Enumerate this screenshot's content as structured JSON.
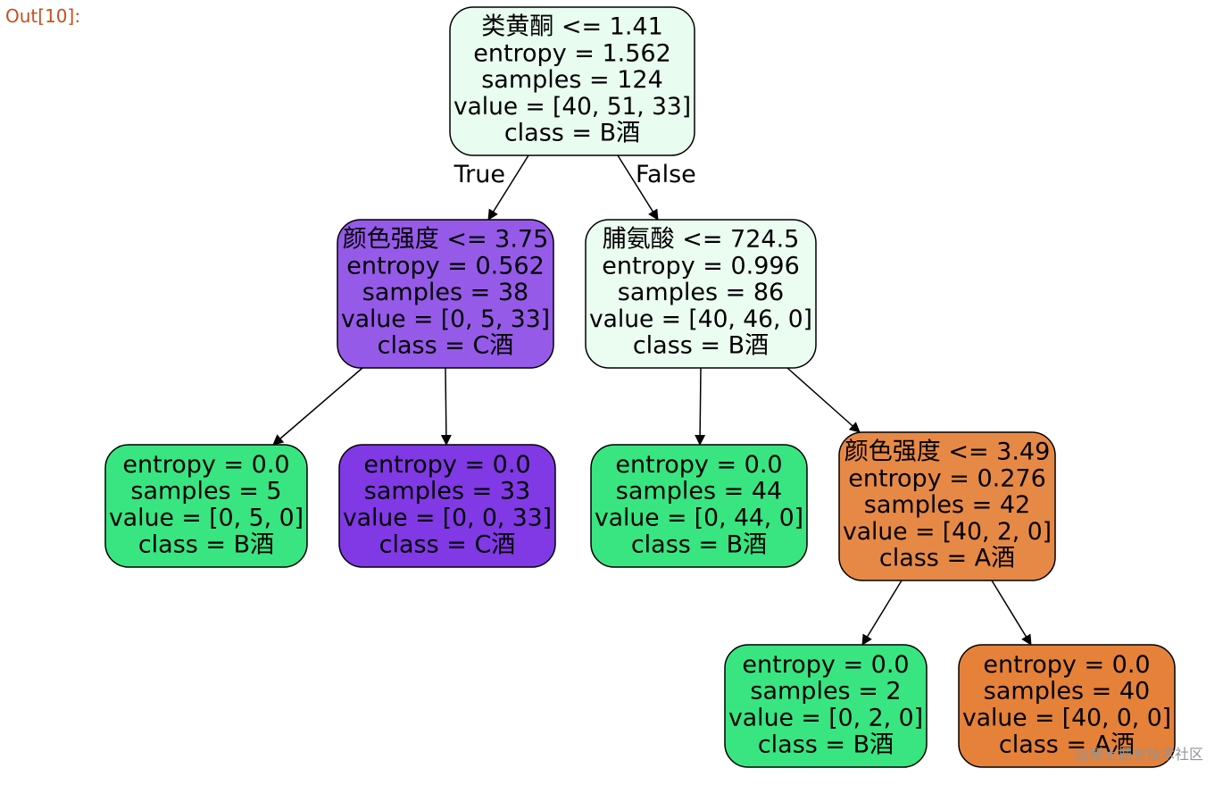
{
  "cell": {
    "out_label": "Out[10]:"
  },
  "tree": {
    "nodes": [
      {
        "id": "root",
        "lines": [
          "类黄酮 <= 1.41",
          "entropy = 1.562",
          "samples = 124",
          "value = [40, 51, 33]",
          "class = B酒"
        ],
        "fill": "#e8fcf0"
      },
      {
        "id": "n1",
        "lines": [
          "颜色强度 <= 3.75",
          "entropy = 0.562",
          "samples = 38",
          "value = [0, 5, 33]",
          "class = C酒"
        ],
        "fill": "#965ae9"
      },
      {
        "id": "n2",
        "lines": [
          "脯氨酸 <= 724.5",
          "entropy = 0.996",
          "samples = 86",
          "value = [40, 46, 0]",
          "class = B酒"
        ],
        "fill": "#ebfcf1"
      },
      {
        "id": "n3",
        "lines": [
          "entropy = 0.0",
          "samples = 5",
          "value = [0, 5, 0]",
          "class = B酒"
        ],
        "fill": "#39e581"
      },
      {
        "id": "n4",
        "lines": [
          "entropy = 0.0",
          "samples = 33",
          "value = [0, 0, 33]",
          "class = C酒"
        ],
        "fill": "#8139e5"
      },
      {
        "id": "n5",
        "lines": [
          "entropy = 0.0",
          "samples = 44",
          "value = [0, 44, 0]",
          "class = B酒"
        ],
        "fill": "#39e581"
      },
      {
        "id": "n6",
        "lines": [
          "颜色强度 <= 3.49",
          "entropy = 0.276",
          "samples = 42",
          "value = [40, 2, 0]",
          "class = A酒"
        ],
        "fill": "#e78946"
      },
      {
        "id": "n7",
        "lines": [
          "entropy = 0.0",
          "samples = 2",
          "value = [0, 2, 0]",
          "class = B酒"
        ],
        "fill": "#39e581"
      },
      {
        "id": "n8",
        "lines": [
          "entropy = 0.0",
          "samples = 40",
          "value = [40, 0, 0]",
          "class = A酒"
        ],
        "fill": "#e58139"
      }
    ],
    "edges": [
      {
        "from": "root",
        "to": "n1",
        "label": "True"
      },
      {
        "from": "root",
        "to": "n2",
        "label": "False"
      },
      {
        "from": "n1",
        "to": "n3",
        "label": ""
      },
      {
        "from": "n1",
        "to": "n4",
        "label": ""
      },
      {
        "from": "n2",
        "to": "n5",
        "label": ""
      },
      {
        "from": "n2",
        "to": "n6",
        "label": ""
      },
      {
        "from": "n6",
        "to": "n7",
        "label": ""
      },
      {
        "from": "n6",
        "to": "n8",
        "label": ""
      }
    ]
  },
  "watermark": "@稀土掘金技术社区"
}
